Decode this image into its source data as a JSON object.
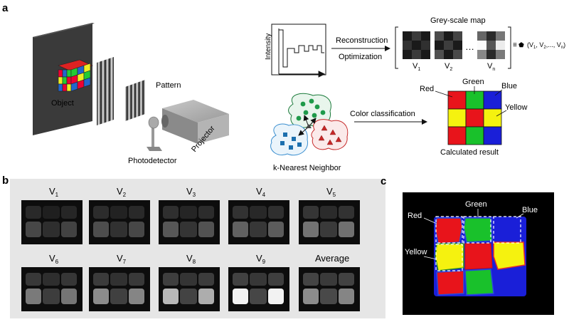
{
  "panel_labels": {
    "a": "a",
    "b": "b",
    "c": "c"
  },
  "panel_a": {
    "object_label": "Object",
    "pattern_label": "Pattern",
    "projector_label": "Projector",
    "photodetector_label": "Photodetector",
    "intensity_label": "Intensity",
    "reconstruction_label": "Reconstruction",
    "optimization_label": "Optimization",
    "greyscale_title": "Grey-scale map",
    "map_labels": [
      "V",
      "V",
      "V"
    ],
    "map_subscripts": [
      "1",
      "2",
      "n"
    ],
    "ellipsis": "…",
    "equiv_symbol": "≡",
    "pentagon_symbol": "⬟",
    "vector_parts": [
      "(V",
      "1",
      ", V",
      "2",
      ",..., V",
      "n",
      ")"
    ],
    "knn_label": "k-Nearest Neighbor",
    "color_classification_label": "Color classification",
    "result_labels": {
      "red": "Red",
      "green": "Green",
      "blue": "Blue",
      "yellow": "Yellow"
    },
    "calculated_result_label": "Calculated result"
  },
  "panel_b": {
    "images": [
      {
        "letter": "V",
        "sub": "1"
      },
      {
        "letter": "V",
        "sub": "2"
      },
      {
        "letter": "V",
        "sub": "3"
      },
      {
        "letter": "V",
        "sub": "4"
      },
      {
        "letter": "V",
        "sub": "5"
      },
      {
        "letter": "V",
        "sub": "6"
      },
      {
        "letter": "V",
        "sub": "7"
      },
      {
        "letter": "V",
        "sub": "8"
      },
      {
        "letter": "V",
        "sub": "9"
      },
      {
        "letter": "Average",
        "sub": ""
      }
    ]
  },
  "panel_c": {
    "labels": {
      "red": "Red",
      "green": "Green",
      "blue": "Blue",
      "yellow": "Yellow"
    }
  },
  "colors": {
    "red": "#e8141b",
    "green": "#19c12b",
    "blue": "#1a1fd8",
    "yellow": "#f5f20f",
    "panel_bg": "#e6e6e6"
  }
}
